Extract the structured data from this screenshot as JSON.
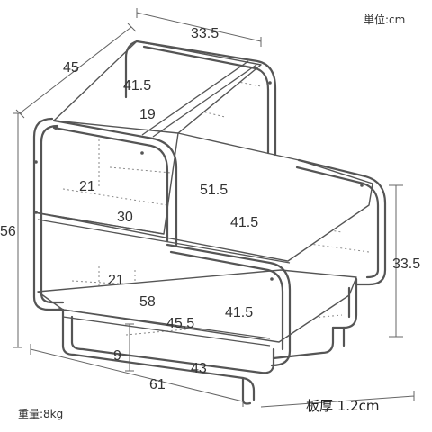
{
  "unit_label": "単位:cm",
  "weight_label": "重量:8kg",
  "board_thickness_label": "板厚 1.2cm",
  "dimensions": {
    "top_width": "33.5",
    "depth": "45",
    "upper_shelf_length": "41.5",
    "upper_shelf_width": "19",
    "height_total": "56",
    "left_gap_upper": "21",
    "middle_shelf_length": "51.5",
    "middle_left_width": "30",
    "middle_right_width": "41.5",
    "right_height": "33.5",
    "left_gap_lower": "21",
    "bottom_length": "58",
    "bottom_right_width": "41.5",
    "bottom_inner": "45.5",
    "leg_height": "9",
    "base_depth": "43",
    "total_width": "61"
  }
}
